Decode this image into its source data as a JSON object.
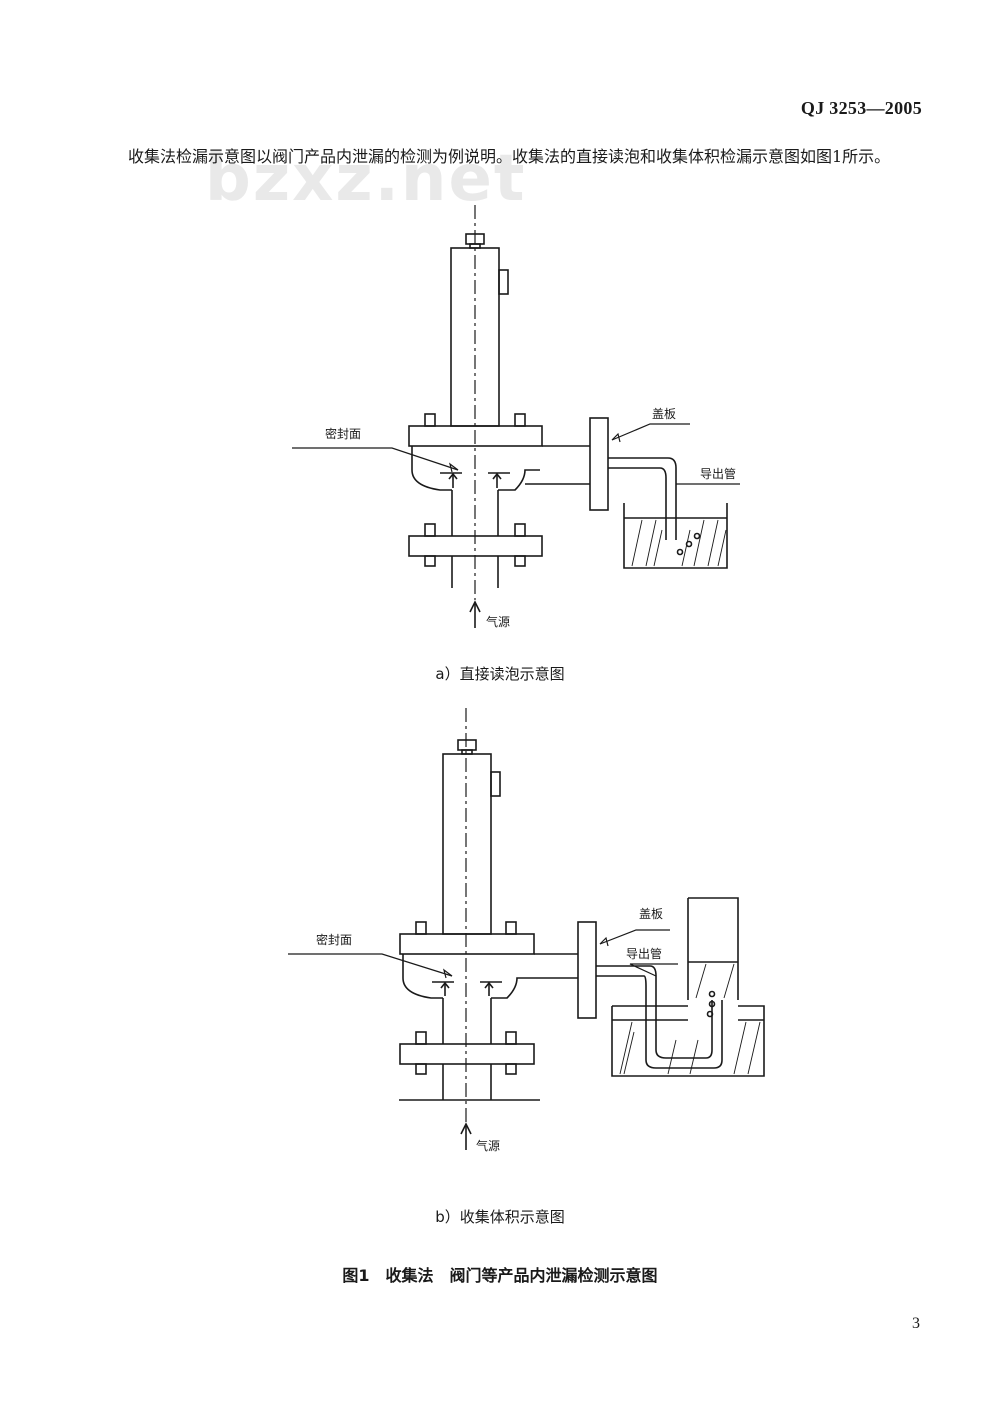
{
  "header": {
    "standard_code": "QJ 3253—2005"
  },
  "watermark": "bzxz.net",
  "body": {
    "paragraph": "收集法检漏示意图以阀门产品内泄漏的检测为例说明。收集法的直接读泡和收集体积检漏示意图如图1所示。"
  },
  "figure_a": {
    "label_seal": "密封面",
    "label_cover": "盖板",
    "label_tube": "导出管",
    "label_source": "气源",
    "caption": "a）直接读泡示意图"
  },
  "figure_b": {
    "label_seal": "密封面",
    "label_cover": "盖板",
    "label_tube": "导出管",
    "label_source": "气源",
    "caption": "b）收集体积示意图"
  },
  "figure_caption": "图1　收集法　阀门等产品内泄漏检测示意图",
  "page_number": "3"
}
